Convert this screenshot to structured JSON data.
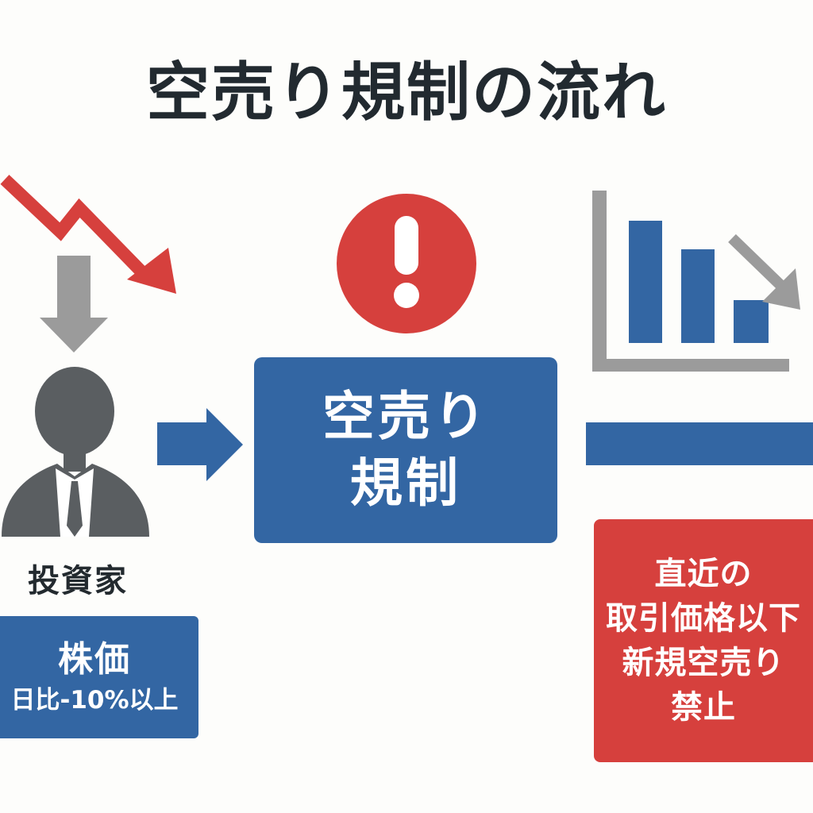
{
  "title": "空売り規制の流れ",
  "investor": {
    "label": "投資家"
  },
  "stock_box": {
    "title": "株価",
    "condition": "日比-10%以上"
  },
  "center_box": {
    "line1": "空売り",
    "line2": "規制"
  },
  "rule_box": {
    "line1": "直近の",
    "line2": "取引価格以下",
    "line3": "新規空売り",
    "line4": "禁止"
  },
  "colors": {
    "blue": "#3366a3",
    "red": "#d6403d",
    "gray": "#9b9b9b",
    "dark": "#222a30",
    "person": "#5a5e61"
  },
  "icons": {
    "trend_down": "red-trend-down-arrow-icon",
    "down_arrow": "gray-down-arrow-icon",
    "investor": "businessman-icon",
    "alert": "exclamation-icon",
    "bar_chart": "declining-bar-chart-icon"
  }
}
